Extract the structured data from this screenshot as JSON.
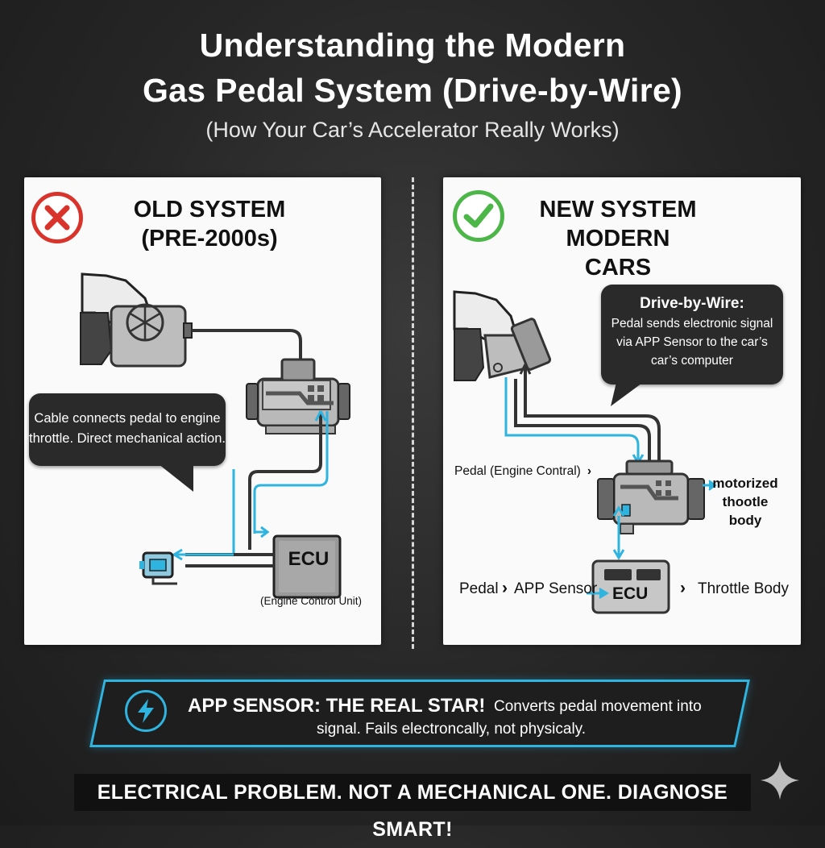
{
  "title": {
    "line1": "Understanding the Modern",
    "line2": "Gas Pedal System (Drive-by-Wire)",
    "subtitle": "(How Your Car’s Accelerator Really Works)"
  },
  "old_system": {
    "icon": "x-mark-icon",
    "heading_line1": "OLD SYSTEM",
    "heading_line2": "(PRE-2000s)",
    "callout_line1": "Cable connects pedal to engine",
    "callout_line2": "throttle. Direct mechanical action.",
    "ecu_label": "ECU",
    "ecu_caption": "(Engine Control Unit)"
  },
  "new_system": {
    "icon": "check-mark-icon",
    "heading_line1": "NEW SYSTEM",
    "heading_line2": "MODERN CARS",
    "callout_title": "Drive-by-Wire:",
    "callout_line1": "Pedal sends electronic signal",
    "callout_line2": "via APP Sensor to the car’s",
    "callout_line3": "car’s computer",
    "pedal_label": "Pedal (Engine Contral)",
    "throttle_line1": "motorized",
    "throttle_line2": "thootle",
    "throttle_line3": "body",
    "flow_pedal": "Pedal",
    "flow_app": "APP Sensor",
    "flow_ecu": "ECU",
    "flow_throttle": "Throttle Body"
  },
  "banner": {
    "icon": "lightning-bolt-icon",
    "heading": "APP SENSOR: THE REAL STAR!",
    "text_line1": "Converts pedal movement into",
    "text_line2": "signal. Fails electroncally, not physicaly."
  },
  "footer": "ELECTRICAL PROBLEM. NOT A MECHANICAL ONE. DIAGNOSE SMART!",
  "colors": {
    "accent_blue": "#2fb4df",
    "error_red": "#d9342b",
    "success_green": "#4cb648",
    "panel_bg": "#fafafa",
    "bubble_bg": "#2a2a2a"
  }
}
